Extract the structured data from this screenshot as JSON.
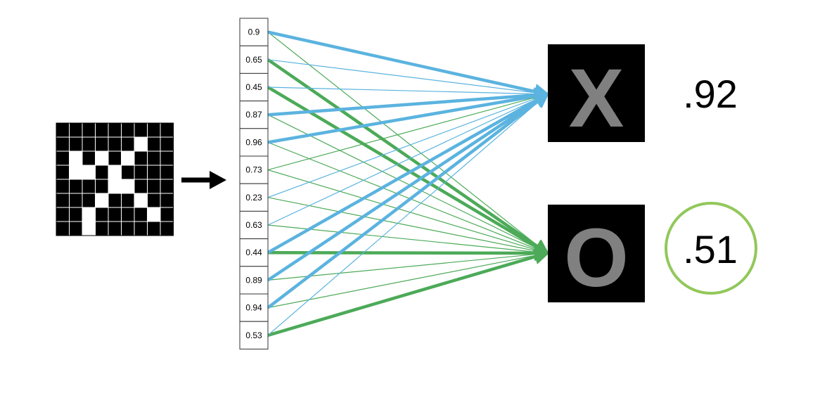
{
  "input_grid": {
    "rows": 8,
    "cols": 9,
    "white_cells": [
      [
        1,
        6
      ],
      [
        2,
        1
      ],
      [
        2,
        3
      ],
      [
        2,
        5
      ],
      [
        3,
        1
      ],
      [
        3,
        2
      ],
      [
        3,
        4
      ],
      [
        4,
        4
      ],
      [
        4,
        5
      ],
      [
        5,
        3
      ],
      [
        5,
        6
      ],
      [
        6,
        2
      ],
      [
        6,
        7
      ],
      [
        7,
        2
      ]
    ],
    "cell_color": "#000000",
    "white_color": "#ffffff",
    "grid_line_color": "#ffffff"
  },
  "arrow_color": "#000000",
  "features": [
    "0.9",
    "0.65",
    "0.45",
    "0.87",
    "0.96",
    "0.73",
    "0.23",
    "0.63",
    "0.44",
    "0.89",
    "0.94",
    "0.53"
  ],
  "colors": {
    "blue": "#5bb3df",
    "green": "#4caa58",
    "circle": "#92c85b",
    "box": "#000000",
    "letter": "#808080"
  },
  "outputs": [
    {
      "letter": "X",
      "score": ".92",
      "highlighted": false
    },
    {
      "letter": "O",
      "score": ".51",
      "highlighted": true
    }
  ],
  "connections": {
    "X": [
      {
        "from": 0,
        "color": "blue",
        "weight": "strong"
      },
      {
        "from": 1,
        "color": "blue",
        "weight": "weak"
      },
      {
        "from": 2,
        "color": "blue",
        "weight": "weak"
      },
      {
        "from": 3,
        "color": "blue",
        "weight": "strong"
      },
      {
        "from": 4,
        "color": "blue",
        "weight": "strong"
      },
      {
        "from": 5,
        "color": "green",
        "weight": "weak"
      },
      {
        "from": 6,
        "color": "blue",
        "weight": "weak"
      },
      {
        "from": 7,
        "color": "blue",
        "weight": "weak"
      },
      {
        "from": 8,
        "color": "blue",
        "weight": "strong"
      },
      {
        "from": 9,
        "color": "blue",
        "weight": "strong"
      },
      {
        "from": 10,
        "color": "blue",
        "weight": "strong"
      },
      {
        "from": 11,
        "color": "blue",
        "weight": "weak"
      }
    ],
    "O": [
      {
        "from": 0,
        "color": "green",
        "weight": "weak"
      },
      {
        "from": 1,
        "color": "green",
        "weight": "strong"
      },
      {
        "from": 2,
        "color": "green",
        "weight": "strong"
      },
      {
        "from": 3,
        "color": "green",
        "weight": "weak"
      },
      {
        "from": 4,
        "color": "green",
        "weight": "weak"
      },
      {
        "from": 5,
        "color": "green",
        "weight": "weak"
      },
      {
        "from": 6,
        "color": "green",
        "weight": "weak"
      },
      {
        "from": 7,
        "color": "green",
        "weight": "weak"
      },
      {
        "from": 8,
        "color": "green",
        "weight": "strong"
      },
      {
        "from": 9,
        "color": "green",
        "weight": "weak"
      },
      {
        "from": 10,
        "color": "green",
        "weight": "weak"
      },
      {
        "from": 11,
        "color": "green",
        "weight": "strong"
      }
    ]
  }
}
